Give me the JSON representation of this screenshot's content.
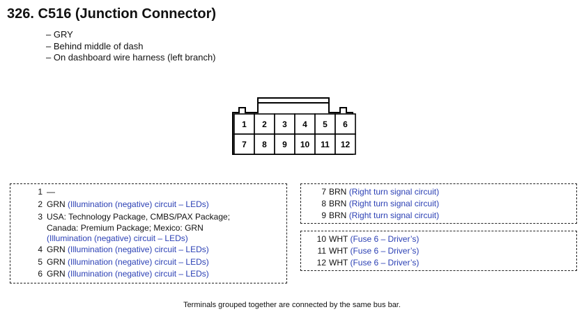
{
  "header": {
    "number": "326.",
    "title": "C516 (Junction Connector)"
  },
  "notes": [
    "– GRY",
    "– Behind middle of dash",
    "– On dashboard wire harness (left branch)"
  ],
  "connector": {
    "top_row": [
      "1",
      "2",
      "3",
      "4",
      "5",
      "6"
    ],
    "bottom_row": [
      "7",
      "8",
      "9",
      "10",
      "11",
      "12"
    ]
  },
  "group1": [
    {
      "num": "1",
      "color": "—",
      "desc": ""
    },
    {
      "num": "2",
      "color": "GRN",
      "desc": "(Illumination (negative) circuit – LEDs)"
    },
    {
      "num": "3",
      "color": "USA: Technology Package, CMBS/PAX Package;",
      "line2": "Canada: Premium Package; Mexico: GRN",
      "desc": "(Illumination (negative) circuit – LEDs)"
    },
    {
      "num": "4",
      "color": "GRN",
      "desc": "(Illumination (negative) circuit – LEDs)"
    },
    {
      "num": "5",
      "color": "GRN",
      "desc": "(Illumination (negative) circuit – LEDs)"
    },
    {
      "num": "6",
      "color": "GRN",
      "desc": "(Illumination (negative) circuit – LEDs)"
    }
  ],
  "group2": [
    {
      "num": "7",
      "color": "BRN",
      "desc": "(Right turn signal circuit)"
    },
    {
      "num": "8",
      "color": "BRN",
      "desc": "(Right turn signal circuit)"
    },
    {
      "num": "9",
      "color": "BRN",
      "desc": "(Right turn signal circuit)"
    }
  ],
  "group3": [
    {
      "num": "10",
      "color": "WHT",
      "desc": "(Fuse 6 – Driver’s)"
    },
    {
      "num": "11",
      "color": "WHT",
      "desc": "(Fuse 6 – Driver’s)"
    },
    {
      "num": "12",
      "color": "WHT",
      "desc": "(Fuse 6 – Driver’s)"
    }
  ],
  "footer": "Terminals grouped together are connected by the same bus bar.",
  "colors": {
    "link_blue": "#2a3fb4",
    "text": "#111111"
  }
}
